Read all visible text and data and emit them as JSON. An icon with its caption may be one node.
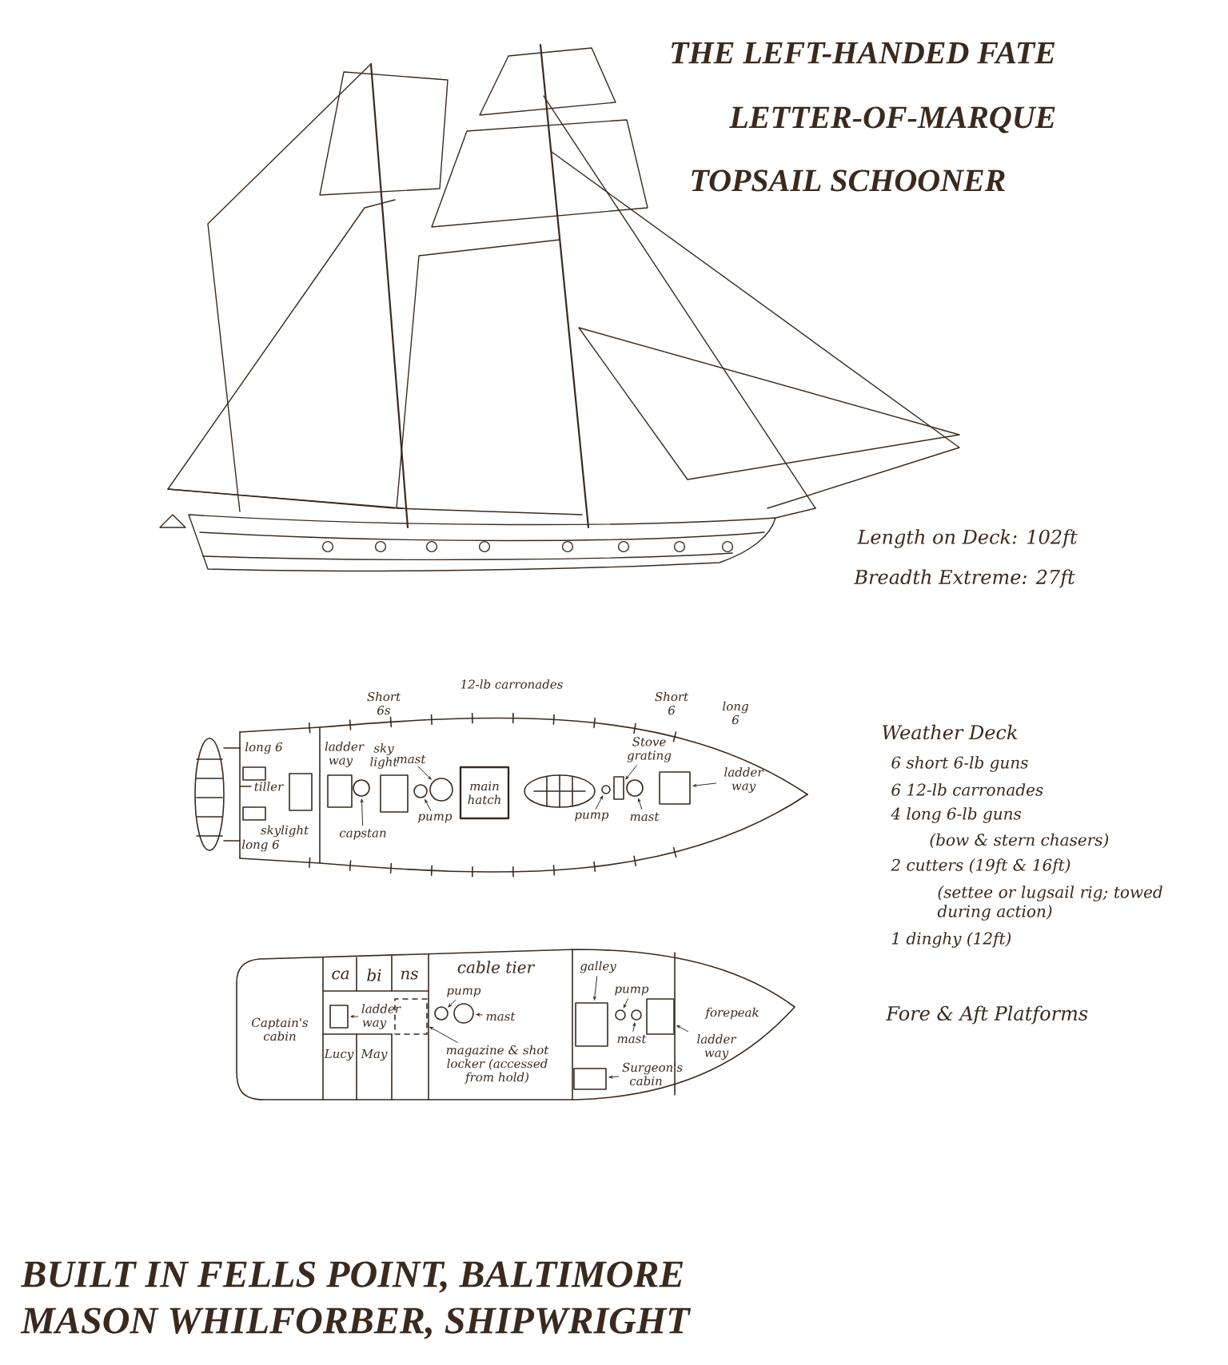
{
  "diagram": {
    "title": "THE LEFT-HANDED FATE",
    "nodes": [
      {
        "text": [
          "capstan"
        ]
      },
      {
        "text": [],
        "shape": "circle"
      },
      {
        "text": [
          "pump"
        ]
      },
      {
        "text": [],
        "shape": "circle"
      },
      {
        "text": [
          "Stove grating"
        ]
      },
      {
        "text": [],
        "shape": "box"
      },
      {
        "text": [
          "pump"
        ]
      },
      {
        "text": [],
        "shape": "circle"
      },
      {
        "text": [
          "mast"
        ]
      },
      {
        "text": [],
        "shape": "circle"
      },
      {
        "text": [
          "ladder way"
        ]
      },
      {
        "text": [],
        "shape": "box"
      },
      {
        "text": [
          "pump"
        ]
      },
      {
        "text": [],
        "shape": "circle"
      },
      {
        "text": [
          "mast"
        ]
      },
      {
        "text": [],
        "shape": "circle"
      },
      {
        "text": [
          "ladder way"
        ]
      },
      {
        "text": [],
        "shape": "box"
      },
      {
        "text": [
          "magazine & shot locker (accessed from hold)"
        ]
      },
      {
        "text": [],
        "shape": "box"
      },
      {
        "text": [
          "galley"
        ]
      },
      {
        "text": [],
        "shape": "box"
      },
      {
        "text": [
          "pump"
        ]
      },
      {
        "text": [],
        "shape": "circle"
      },
      {
        "text": [
          "mast"
        ]
      },
      {
        "text": [],
        "shape": "circle"
      },
      {
        "text": [
          "ladder way"
        ]
      },
      {
        "text": [],
        "shape": "box"
      },
      {
        "text": [
          "Surgeon's cabin"
        ]
      },
      {
        "text": [],
        "shape": "box"
      },
      {
        "text": [
          "mast"
        ]
      },
      {
        "text": [],
        "shape": "circle"
      }
    ],
    "edges": [
      {
        "from": 0,
        "to": 1,
        "arrow": "to"
      },
      {
        "from": 2,
        "to": 3,
        "arrow": "to"
      },
      {
        "from": 4,
        "to": 5,
        "arrow": "to"
      },
      {
        "from": 6,
        "to": 7,
        "arrow": "to"
      },
      {
        "from": 8,
        "to": 9,
        "arrow": "to"
      },
      {
        "from": 10,
        "to": 11,
        "arrow": "to"
      },
      {
        "from": 12,
        "to": 13,
        "arrow": "to"
      },
      {
        "from": 14,
        "to": 15,
        "arrow": "to"
      },
      {
        "from": 16,
        "to": 17,
        "arrow": "to"
      },
      {
        "from": 18,
        "to": 19,
        "arrow": "to"
      },
      {
        "from": 20,
        "to": 21,
        "arrow": "to"
      },
      {
        "from": 22,
        "to": 23,
        "arrow": "to"
      },
      {
        "from": 24,
        "to": 25,
        "arrow": "to"
      },
      {
        "from": 26,
        "to": 27,
        "arrow": "to"
      },
      {
        "from": 28,
        "to": 29,
        "arrow": "to"
      },
      {
        "from": 30,
        "to": 31,
        "arrow": "to"
      }
    ],
    "labels": [
      "LETTER-OF-MARQUE",
      "TOPSAIL SCHOONER",
      "Length on Deck: 102ft",
      "Breadth Extreme: 27ft",
      "Short 6s",
      "12-lb carronades",
      "Short 6",
      "long 6",
      "long 6",
      "tiller",
      "skylight",
      "long 6",
      "ladder way",
      "sky light",
      "main hatch",
      "Weather Deck",
      "6 short 6-lb guns",
      "6 12-lb carronades",
      "4 long 6-lb guns",
      "(bow & stern chasers)",
      "2 cutters (19ft & 16ft)",
      "(settee or lugsail rig; towed during action)",
      "1 dinghy (12ft)",
      "Fore & Aft Platforms",
      "ca",
      "bi",
      "ns",
      "Captain's cabin",
      "Lucy",
      "May",
      "cable tier",
      "forepeak",
      "BUILT IN FELLS POINT, BALTIMORE",
      "MASON WHILFORBER, SHIPWRIGHT"
    ]
  }
}
